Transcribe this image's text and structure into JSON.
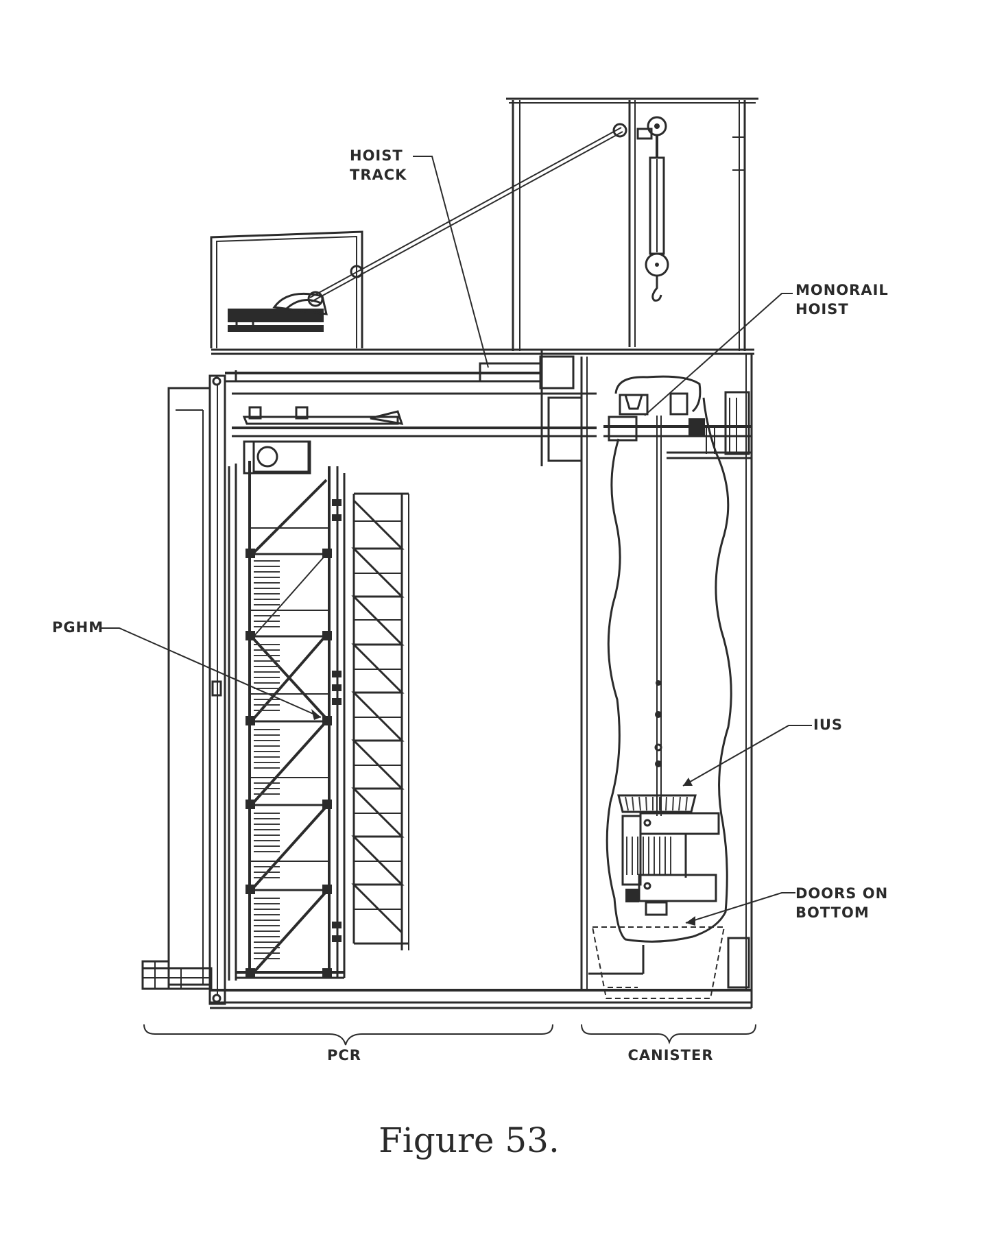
{
  "figure": {
    "caption": "Figure 53.",
    "labels": {
      "hoist_track": [
        "HOIST",
        "TRACK"
      ],
      "monorail_hoist": [
        "MONORAIL",
        "HOIST"
      ],
      "pghm": "PGHM",
      "ius": "IUS",
      "doors_on_bottom": [
        "DOORS ON",
        "BOTTOM"
      ],
      "pcr": "PCR",
      "canister": "CANISTER"
    }
  }
}
